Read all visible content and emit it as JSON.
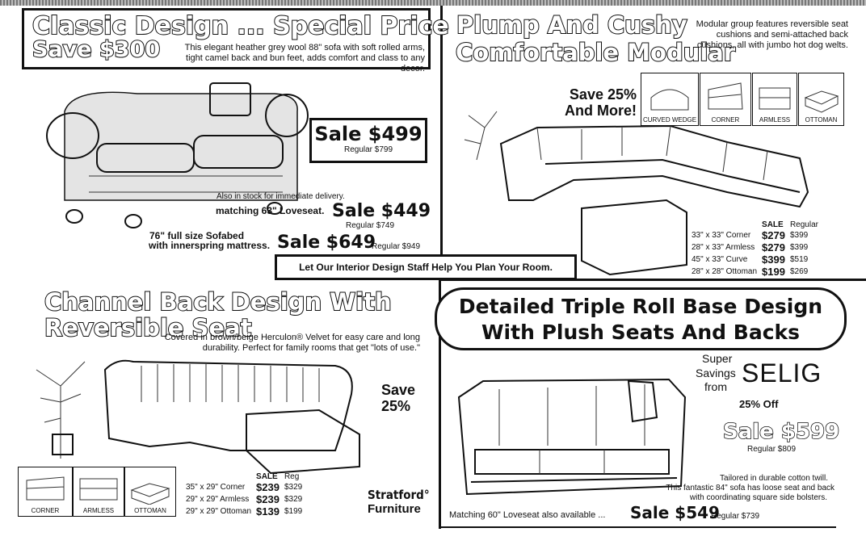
{
  "classic": {
    "headline": "Classic Design ... Special Price",
    "save": "Save $300",
    "description": "This elegant heather grey wool 88\" sofa with soft rolled arms, tight camel back and bun feet, adds comfort and class to any decor.",
    "sale_price": "Sale $499",
    "regular_price": "Regular $799",
    "stock_note": "Also in stock for immediate delivery.",
    "loveseat_label": "matching 63\" Loveseat.",
    "loveseat_sale": "Sale $449",
    "loveseat_regular": "Regular $749",
    "sofabed_label_1": "76\" full size Sofabed",
    "sofabed_label_2": "with innerspring mattress.",
    "sofabed_sale": "Sale $649",
    "sofabed_regular": "Regular $949"
  },
  "banner": {
    "text": "Let Our Interior Design Staff Help You Plan Your Room."
  },
  "plump": {
    "headline_1": "Plump And Cushy",
    "headline_2": "Comfortable Modular",
    "description": "Modular group features reversible seat cushions and semi-attached back cushions, all with jumbo hot dog welts.",
    "save": "Save 25% And More!",
    "pieces": [
      "CURVED WEDGE",
      "CORNER",
      "ARMLESS",
      "OTTOMAN"
    ],
    "table_headers": {
      "sale": "SALE",
      "regular": "Regular"
    },
    "rows": [
      {
        "item": "33\" x 33\" Corner",
        "sale": "$279",
        "regular": "$399"
      },
      {
        "item": "28\" x 33\" Armless",
        "sale": "$279",
        "regular": "$399"
      },
      {
        "item": "45\" x 33\" Curve",
        "sale": "$399",
        "regular": "$519"
      },
      {
        "item": "28\" x 28\" Ottoman",
        "sale": "$199",
        "regular": "$269"
      }
    ]
  },
  "channel": {
    "headline_1": "Channel Back Design With",
    "headline_2": "Reversible Seat",
    "description": "Covered in brown/beige Herculon® Velvet for easy care and long durability. Perfect for family rooms that get \"lots of use.\"",
    "save_1": "Save",
    "save_2": "25%",
    "pieces": [
      "CORNER",
      "ARMLESS",
      "OTTOMAN"
    ],
    "table_headers": {
      "sale": "SALE",
      "regular": "Reg"
    },
    "rows": [
      {
        "item": "35\" x 29\" Corner",
        "sale": "$239",
        "regular": "$329"
      },
      {
        "item": "29\" x 29\" Armless",
        "sale": "$239",
        "regular": "$329"
      },
      {
        "item": "29\" x 29\" Ottoman",
        "sale": "$139",
        "regular": "$199"
      }
    ],
    "brand_1": "Stratford°",
    "brand_2": "Furniture"
  },
  "triple": {
    "headline_1": "Detailed Triple Roll Base Design",
    "headline_2": "With Plush Seats And Backs",
    "super_1": "Super",
    "super_2": "Savings",
    "super_3": "from",
    "brand": "SELIG",
    "discount": "25% Off",
    "sale_price": "Sale $599",
    "regular_price": "Regular $809",
    "description_1": "Tailored in durable cotton twill.",
    "description_2": "This fantastic 84\" sofa has loose seat and back",
    "description_3": "with coordinating square side bolsters.",
    "loveseat_label": "Matching 60\" Loveseat also available ...",
    "loveseat_sale": "Sale $549",
    "loveseat_regular": "Regular $739"
  }
}
